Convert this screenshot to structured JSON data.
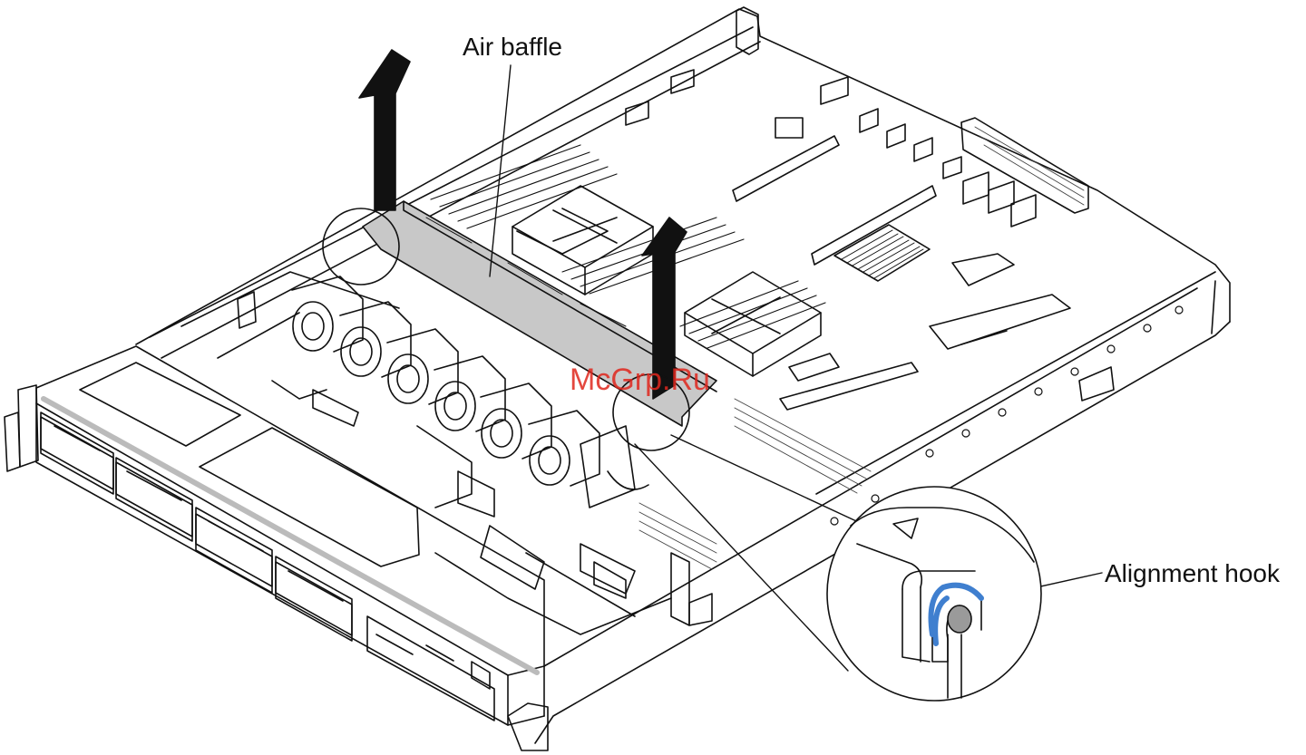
{
  "labels": {
    "air_baffle": "Air baffle",
    "alignment_hook": "Alignment hook"
  },
  "watermark": "McGrp.Ru",
  "colors": {
    "line": "#111111",
    "baffle_fill": "#c8c8c8",
    "arrow": "#111111",
    "hook_ring": "#3f7fcf",
    "hook_pin": "#9a9a9a",
    "watermark": "#e0271d"
  },
  "icons": {
    "lift_arrow": "up-arrow-icon",
    "detail_circle": "magnifier-circle-icon"
  }
}
